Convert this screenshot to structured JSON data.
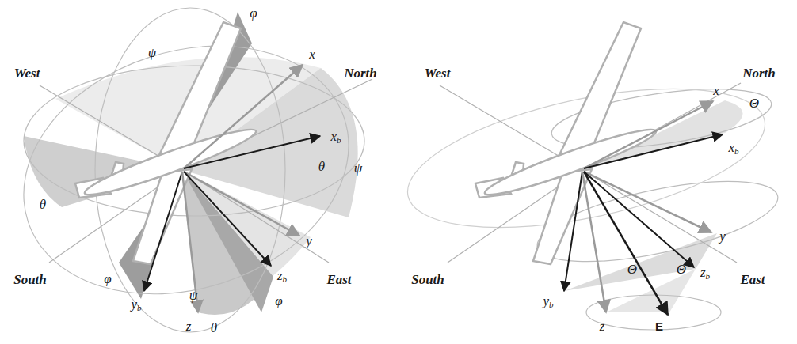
{
  "diagram": {
    "labels": [
      "West",
      "North",
      "South",
      "East",
      "ψ",
      "φ",
      "x",
      "xb",
      "θ",
      "ψ",
      "θ",
      "φ",
      "yb",
      "ψ",
      "z",
      "θ",
      "zb",
      "φ",
      "y",
      "West",
      "North",
      "South",
      "East",
      "x",
      "Θ",
      "xb",
      "y",
      "Θ",
      "Θ",
      "zb",
      "yb",
      "z",
      "E"
    ]
  }
}
